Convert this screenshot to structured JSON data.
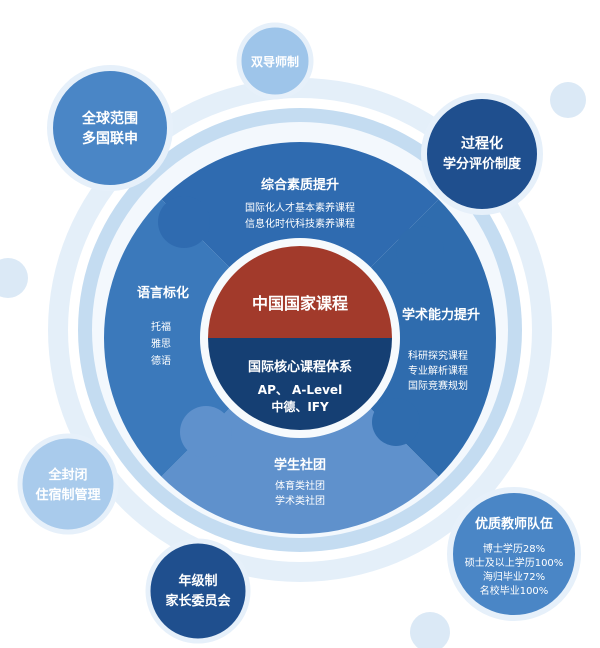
{
  "colors": {
    "outer_ring_light": "#d6e7f6",
    "outer_ring_mid": "#b9d6ef",
    "segment_top": "#2f6bb0",
    "segment_right": "#2d6cad",
    "segment_bottom": "#5d8fcb",
    "segment_left": "#3a78ba",
    "center_top": "#9e3a2c",
    "center_bottom": "#143e72",
    "bubble_blue": "#3f7fc0",
    "bubble_dark": "#1f4f8e",
    "bubble_light": "#9ec4e8"
  },
  "center": {
    "top_label": "中国国家课程",
    "bottom_title": "国际核心课程体系",
    "bottom_line1": "AP、 A-Level",
    "bottom_line2": "中德、IFY"
  },
  "segments": {
    "top": {
      "title": "综合素质提升",
      "items": [
        "国际化人才基本素养课程",
        "信息化时代科技素养课程"
      ]
    },
    "left": {
      "title": "语言标化",
      "items": [
        "托福",
        "雅思",
        "德语"
      ]
    },
    "right": {
      "title": "学术能力提升",
      "items": [
        "科研探究课程",
        "专业解析课程",
        "国际竞赛规划"
      ]
    },
    "bottom": {
      "title": "学生社团",
      "items": [
        "体育类社团",
        "学术类社团"
      ]
    }
  },
  "bubbles": {
    "global": {
      "line1": "全球范围",
      "line2": "多国联申"
    },
    "mentor": {
      "line1": "双导师制"
    },
    "process": {
      "line1": "过程化",
      "line2": "学分评价制度"
    },
    "boarding": {
      "line1": "全封闭",
      "line2": "住宿制管理"
    },
    "parents": {
      "line1": "年级制",
      "line2": "家长委员会"
    },
    "teachers": {
      "title": "优质教师队伍",
      "items": [
        "博士学历28%",
        "硕士及以上学历100%",
        "海归毕业72%",
        "名校毕业100%"
      ]
    }
  }
}
